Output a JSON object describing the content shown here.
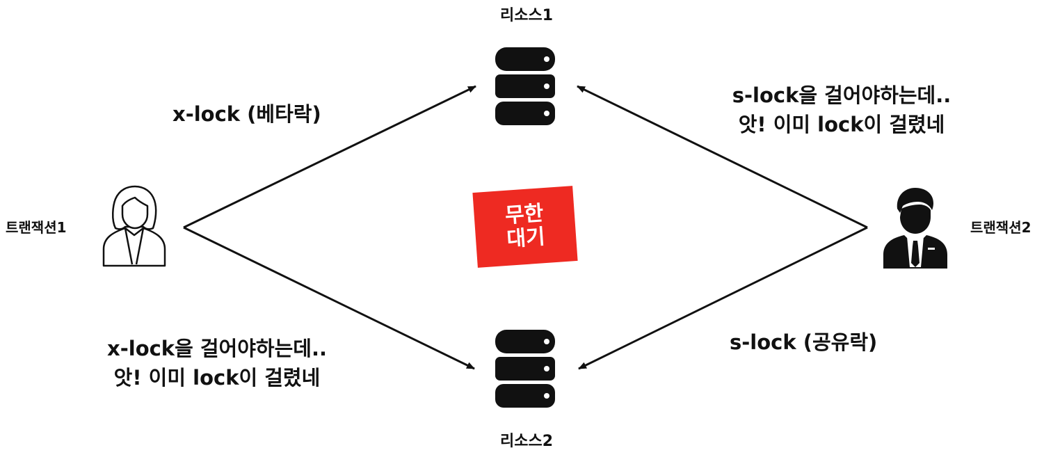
{
  "resources": [
    {
      "id": "resource-1",
      "label": "리소스1"
    },
    {
      "id": "resource-2",
      "label": "리소스2"
    }
  ],
  "transactions": [
    {
      "id": "transaction-1",
      "label": "트랜잭션1",
      "icon": "woman-user-icon"
    },
    {
      "id": "transaction-2",
      "label": "트랜잭션2",
      "icon": "businessman-user-icon"
    }
  ],
  "locks": {
    "x_lock": "x-lock (베타락)",
    "s_lock": "s-lock (공유락)"
  },
  "messages": {
    "transaction2_blocked": {
      "line1": "s-lock을 걸어야하는데..",
      "line2": "앗! 이미 lock이 걸렸네"
    },
    "transaction1_blocked": {
      "line1": "x-lock을 걸어야하는데..",
      "line2": "앗! 이미 lock이 걸렸네"
    }
  },
  "badge": {
    "line1": "무한",
    "line2": "대기",
    "color": "#ee2a22"
  },
  "colors": {
    "line": "#111111",
    "badge_text": "#ffffff"
  }
}
